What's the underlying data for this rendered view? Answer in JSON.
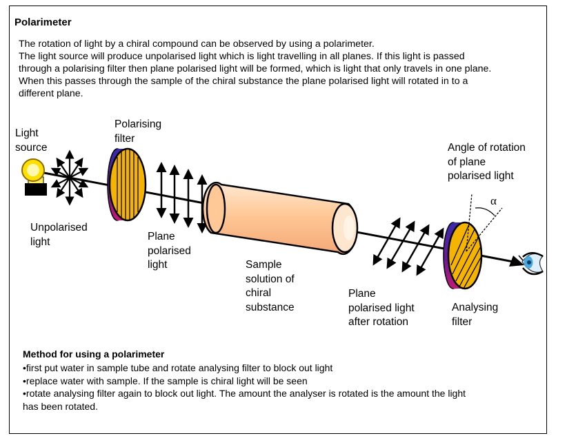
{
  "title": "Polarimeter",
  "intro": [
    "The rotation of light by a chiral compound can be observed by using a polarimeter.",
    "The light source will produce unpolarised light which is light travelling in all planes. If this light is passed",
    "through a polarising filter then plane polarised light will be formed, which is light that only travels in one plane.",
    "When this passes through the sample of the chiral substance the plane polarised light will rotated in to a",
    "different plane."
  ],
  "labels": {
    "light_source": [
      "Light",
      "source"
    ],
    "unpolarised": [
      "Unpolarised",
      "light"
    ],
    "polarising_filter": [
      "Polarising",
      "filter"
    ],
    "plane_polarised": [
      "Plane",
      "polarised",
      "light"
    ],
    "sample": [
      "Sample",
      "solution of",
      "chiral",
      "substance"
    ],
    "after_rotation": [
      "Plane",
      "polarised light",
      "after rotation"
    ],
    "analysing_filter": [
      "Analysing",
      "filter"
    ],
    "angle": [
      "Angle of rotation",
      "of plane",
      "polarised light"
    ],
    "alpha": "α"
  },
  "method": {
    "title": "Method for using a polarimeter",
    "items": [
      "•first put water in sample tube and rotate analysing filter to block out light",
      "•replace water with sample. If the sample is chiral light will be seen",
      "•rotate analysing filter again to block out light. The amount the analyser is rotated is the amount the light",
      "has been rotated."
    ]
  },
  "colors": {
    "filter_yellow": "#F5B400",
    "filter_rim_top": "#3A2AA8",
    "filter_rim_bottom": "#C21874",
    "tube_body": "#FFC896",
    "tube_end": "#FFE6CF",
    "bulb": "#FFE000",
    "eye": "#4AA8E0"
  },
  "icons": [
    "light-bulb-icon",
    "eye-icon"
  ]
}
